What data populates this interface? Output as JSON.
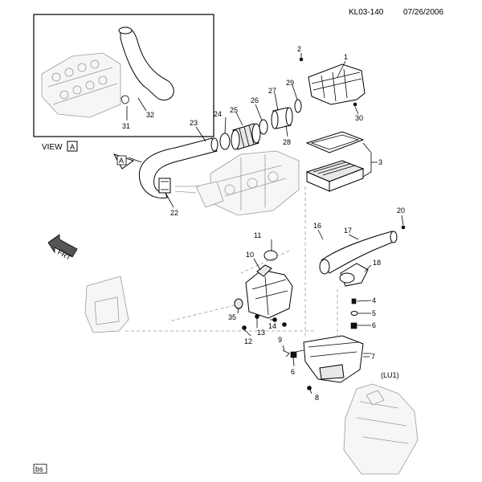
{
  "header": {
    "code": "KL03-140",
    "date": "07/26/2006"
  },
  "view": {
    "label": "VIEW",
    "letter": "A",
    "arrow_letter": "A"
  },
  "engine_note": "(LU1)",
  "footer_tag": "bs",
  "front_label": "FRT",
  "callouts": {
    "c1": "1",
    "c2": "2",
    "c3": "3",
    "c4": "4",
    "c5": "5",
    "c6a": "6",
    "c6b": "6",
    "c7": "7",
    "c8": "8",
    "c9": "9",
    "c10": "10",
    "c11": "11",
    "c12": "12",
    "c13": "13",
    "c14": "14",
    "c16": "16",
    "c17": "17",
    "c18": "18",
    "c20": "20",
    "c22": "22",
    "c23": "23",
    "c24": "24",
    "c25": "25",
    "c26": "26",
    "c27": "27",
    "c28": "28",
    "c29": "29",
    "c30": "30",
    "c31": "31",
    "c32": "32",
    "c35": "35"
  }
}
